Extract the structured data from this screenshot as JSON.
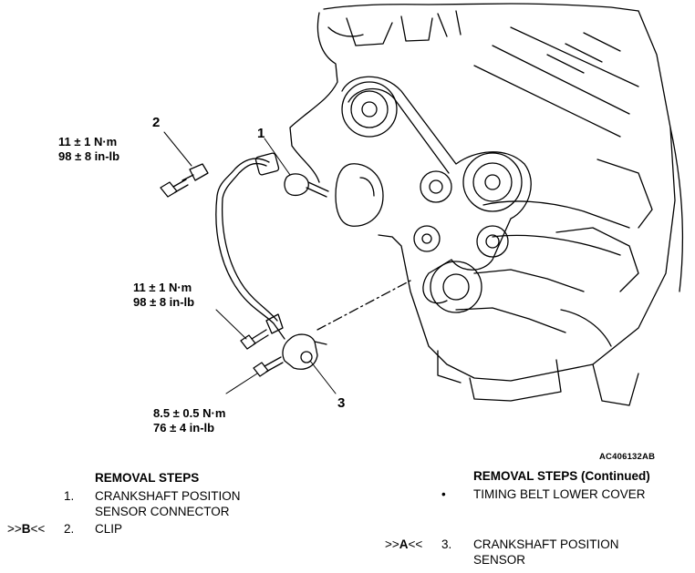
{
  "callouts": {
    "c1": "1",
    "c2": "2",
    "c3": "3"
  },
  "torque": {
    "clip_bolt": {
      "nm": "11 ± 1 N·m",
      "inlb": "98 ± 8 in-lb"
    },
    "bracket_bolt": {
      "nm": "11 ± 1 N·m",
      "inlb": "98 ± 8 in-lb"
    },
    "sensor_bolt": {
      "nm": "8.5 ± 0.5 N·m",
      "inlb": "76 ± 4 in-lb"
    }
  },
  "figure_code": "AC406132AB",
  "removal_steps": {
    "title": "REMOVAL STEPS",
    "steps": [
      {
        "marker_pre": "",
        "marker_letter": "",
        "marker_post": "",
        "number": "1.",
        "text_line1": "CRANKSHAFT POSITION",
        "text_line2": "SENSOR CONNECTOR"
      },
      {
        "marker_pre": ">>",
        "marker_letter": "B",
        "marker_post": "<<",
        "number": "2.",
        "text_line1": "CLIP",
        "text_line2": ""
      }
    ]
  },
  "removal_steps_continued": {
    "title": "REMOVAL STEPS (Continued)",
    "steps": [
      {
        "marker_pre": "",
        "marker_letter": "",
        "marker_post": "",
        "number": "•",
        "text_line1": "TIMING BELT LOWER COVER",
        "text_line2": ""
      },
      {
        "marker_pre": ">>",
        "marker_letter": "A",
        "marker_post": "<<",
        "number": "3.",
        "text_line1": "CRANKSHAFT POSITION",
        "text_line2": "SENSOR"
      }
    ]
  }
}
